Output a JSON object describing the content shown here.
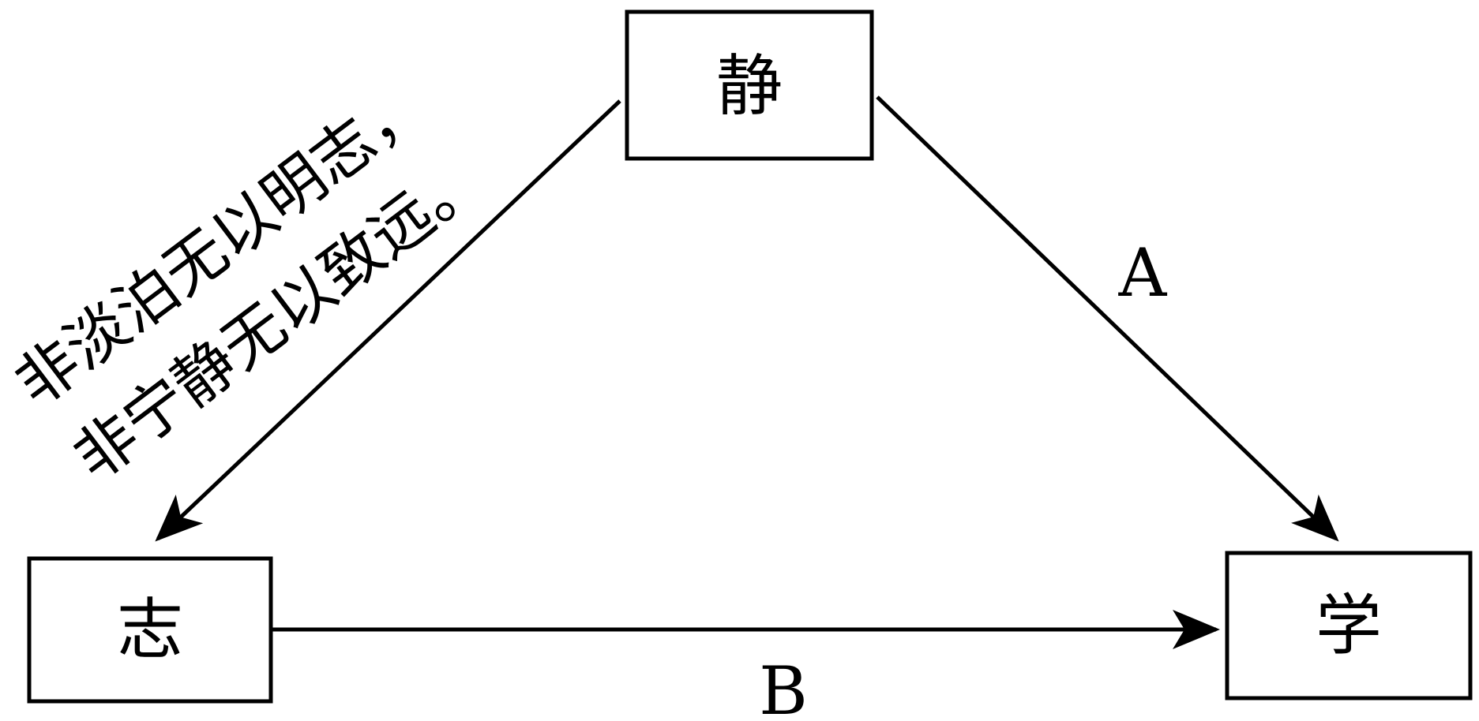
{
  "nodes": {
    "jing": "静",
    "zhi": "志",
    "xue": "学"
  },
  "edges": {
    "a_label": "A",
    "b_label": "B"
  },
  "quote": {
    "line1": "非淡泊无以明志，",
    "line2": "非宁静无以致远。"
  }
}
